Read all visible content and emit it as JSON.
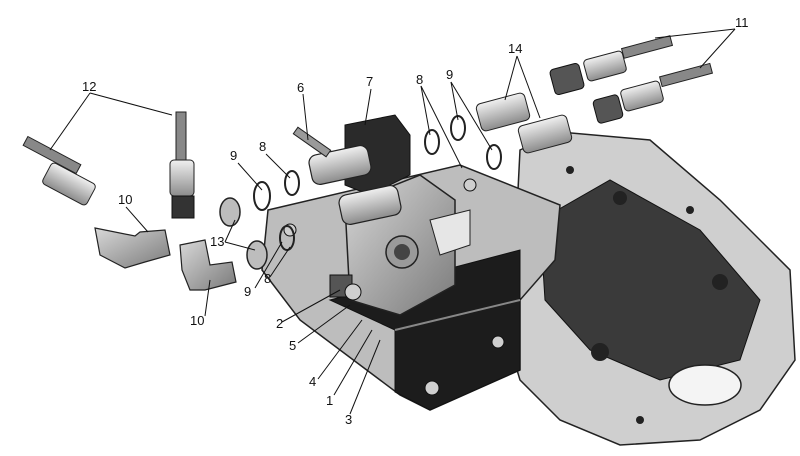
{
  "callouts": {
    "c1": "1",
    "c2": "2",
    "c3": "3",
    "c4": "4",
    "c5": "5",
    "c6": "6",
    "c7": "7",
    "c8_left": "8",
    "c8_mid": "8",
    "c8_right": "8",
    "c9_left": "9",
    "c9_mid": "9",
    "c9_right": "9",
    "c10_upper": "10",
    "c10_lower": "10",
    "c11": "11",
    "c12": "12",
    "c13": "13",
    "c14": "14"
  }
}
